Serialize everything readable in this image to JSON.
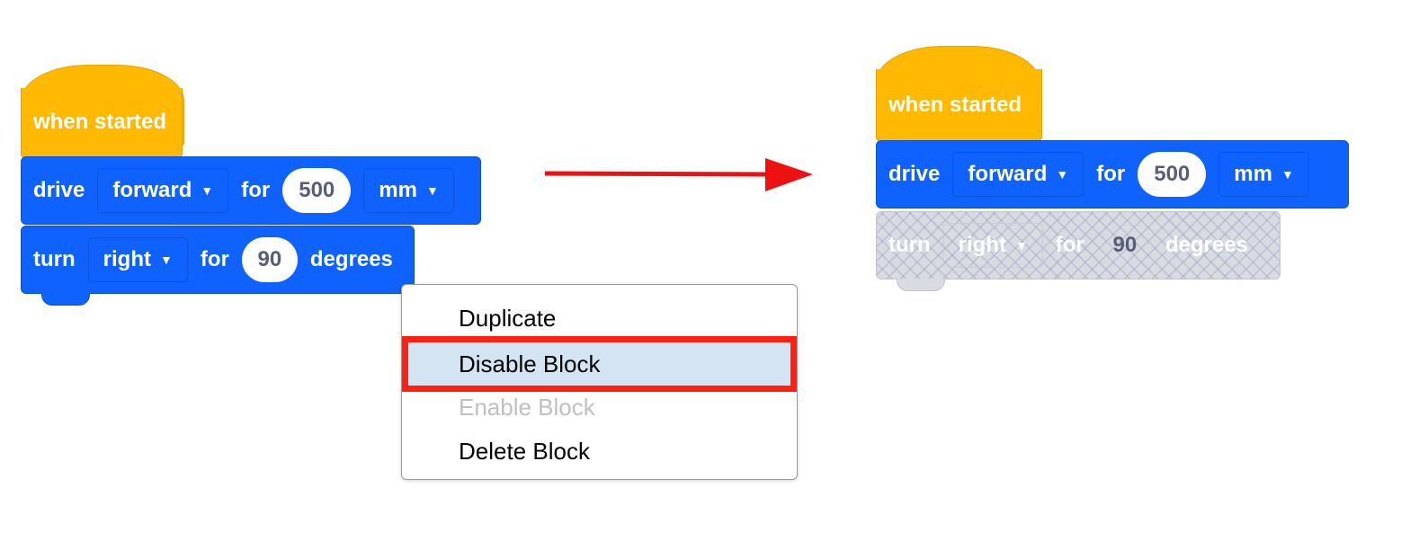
{
  "before": {
    "hat_label": "when started",
    "drive": {
      "label": "drive",
      "direction": "forward",
      "for_label": "for",
      "distance": "500",
      "unit": "mm"
    },
    "turn": {
      "label": "turn",
      "direction": "right",
      "for_label": "for",
      "angle": "90",
      "unit": "degrees"
    }
  },
  "context_menu": {
    "items": [
      "Duplicate",
      "Disable Block",
      "Enable Block",
      "Delete Block"
    ],
    "highlighted": "Disable Block",
    "disabled_item": "Enable Block"
  },
  "after": {
    "hat_label": "when started",
    "drive": {
      "label": "drive",
      "direction": "forward",
      "for_label": "for",
      "distance": "500",
      "unit": "mm"
    },
    "turn_disabled": {
      "label": "turn",
      "direction": "right",
      "for_label": "for",
      "angle": "90",
      "unit": "degrees"
    }
  },
  "colors": {
    "hat": "#ffb900",
    "block": "#0f62fe",
    "highlight_border": "#ff2010",
    "highlight_fill": "#d4e4f3",
    "arrow": "#ee1111"
  },
  "icons": {
    "caret": "caret-down-icon",
    "arrow": "right-arrow-icon"
  }
}
